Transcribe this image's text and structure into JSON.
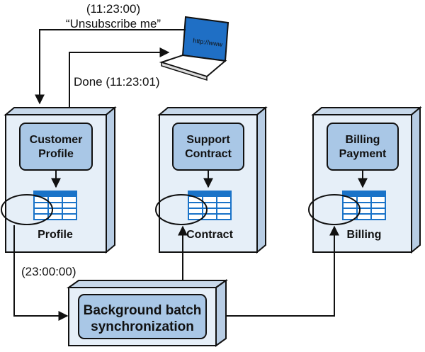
{
  "annotations": {
    "request_time": "(11:23:00)",
    "request_text": "“Unsubscribe me”",
    "done_text": "Done (11:23:01)",
    "batch_time": "(23:00:00)"
  },
  "laptop": {
    "screen_text": "http://www",
    "icon": "laptop-icon"
  },
  "services": [
    {
      "line1": "Customer",
      "line2": "Profile",
      "db_label": "Profile"
    },
    {
      "line1": "Support",
      "line2": "Contract",
      "db_label": "Contract"
    },
    {
      "line1": "Billing",
      "line2": "Payment",
      "db_label": "Billing"
    }
  ],
  "batch": {
    "line1": "Background batch",
    "line2": "synchronization"
  },
  "colors": {
    "node_fill": "#e6eff8",
    "node_side": "#c7d8ea",
    "component_fill": "#a9c7e6",
    "table_blue": "#1a73c8",
    "laptop_screen": "#1f6fc5"
  }
}
